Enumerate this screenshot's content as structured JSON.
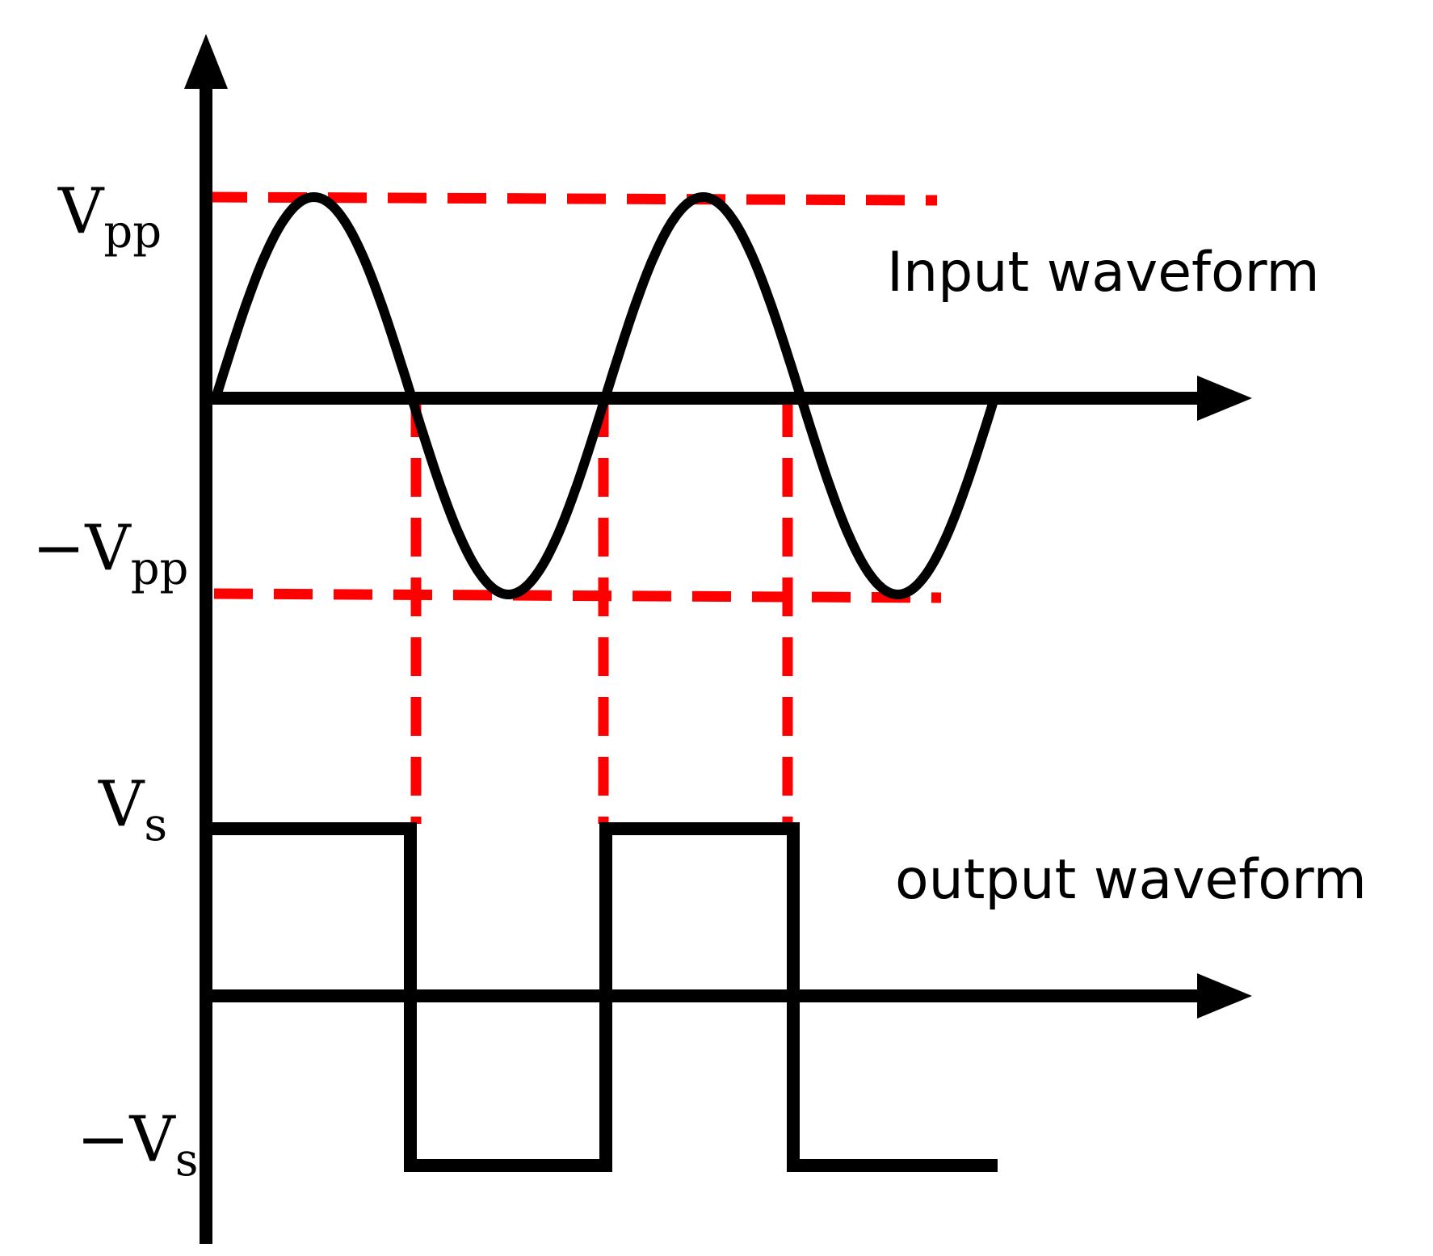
{
  "labels": {
    "input_high": "V",
    "input_high_sub": "pp",
    "input_low": "−V",
    "input_low_sub": "pp",
    "output_high": "V",
    "output_high_sub": "s",
    "output_low": "−V",
    "output_low_sub": "s",
    "input_title": "Input waveform",
    "output_title": "output waveform"
  },
  "colors": {
    "axis": "#000000",
    "waveform": "#000000",
    "guide": "#ff0000"
  }
}
